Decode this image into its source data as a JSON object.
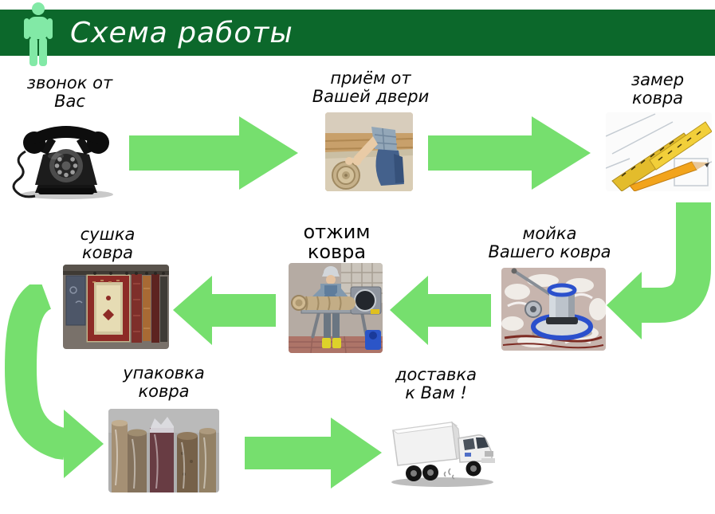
{
  "slide": {
    "title": "Схема работы"
  },
  "colors": {
    "header_green": "#0c682b",
    "arrow_green": "#76df6e",
    "person_icon_green": "#82e9a6",
    "text": "#000000"
  },
  "steps": {
    "call": {
      "line1": "звонок от",
      "line2": "Вас",
      "image": "rotary-phone-photo"
    },
    "pickup": {
      "line1": "приём от",
      "line2": "Вашей двери",
      "image": "carpet-pickup-photo"
    },
    "measure": {
      "line1": "замер",
      "line2": "ковра",
      "image": "ruler-pencil-photo"
    },
    "wash": {
      "line1": "мойка",
      "line2": "Вашего ковра",
      "image": "carpet-washing-photo"
    },
    "wring": {
      "line1": "отжим",
      "line2": "ковра",
      "image": "wringing-machine-photo"
    },
    "dry": {
      "line1": "сушка",
      "line2": "ковра",
      "image": "carpet-drying-photo"
    },
    "pack": {
      "line1": "упаковка",
      "line2": "ковра",
      "image": "packed-carpets-photo"
    },
    "deliver": {
      "line1": "доставка",
      "line2": "к Вам !",
      "image": "delivery-truck-photo"
    }
  }
}
